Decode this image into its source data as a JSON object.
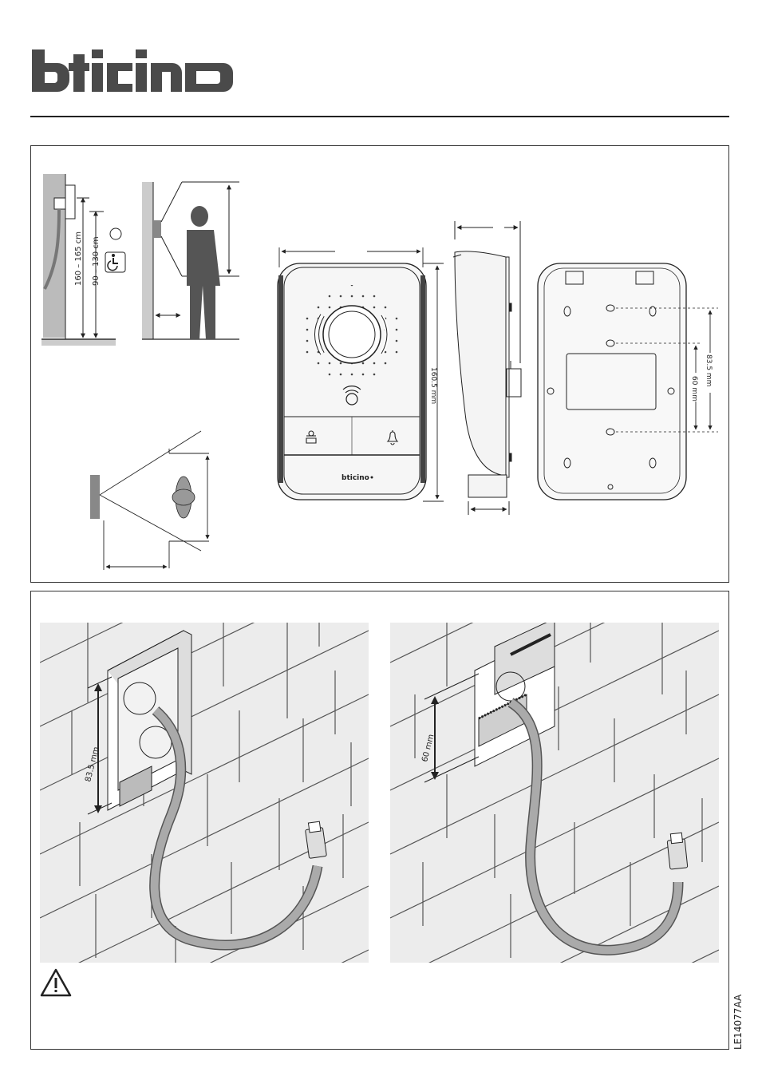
{
  "brand": {
    "name": "bticino"
  },
  "height_diagram": {
    "label_mounting_height": "160 – 165 cm",
    "label_accessible_height": "90 – 130 cm",
    "accessibility_icon": "wheelchair-icon"
  },
  "front_view": {
    "height_label": "160.5 mm",
    "device_brand": "bticino",
    "button_left_icon": "key-person-icon",
    "button_right_icon": "bell-icon"
  },
  "back_view": {
    "label_outer_spacing": "83.5 mm",
    "label_inner_spacing": "60 mm"
  },
  "install_left": {
    "label": "83.5 mm"
  },
  "install_right": {
    "label": "60 mm"
  },
  "warning": {
    "icon": "warning-icon"
  },
  "document_code": "LE14077AA"
}
